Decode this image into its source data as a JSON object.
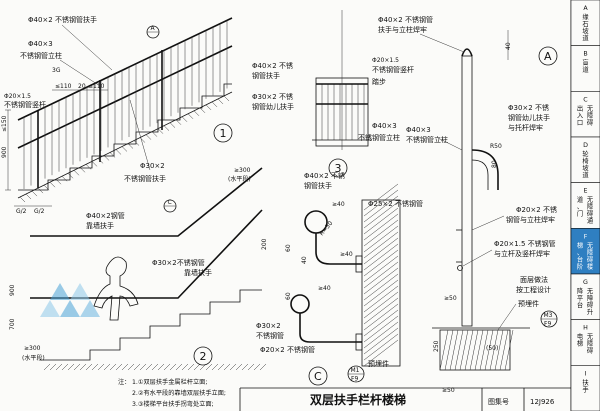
{
  "title": "双层扶手栏杆楼梯",
  "title_block": {
    "drawing_no_label": "图集号",
    "drawing_no": "12J926"
  },
  "side_tabs": [
    {
      "letter": "A",
      "text": "缘石坡道"
    },
    {
      "letter": "B",
      "text": "盲道"
    },
    {
      "letter": "C",
      "text": "无障碍出入口"
    },
    {
      "letter": "D",
      "text": "轮椅坡道"
    },
    {
      "letter": "E",
      "text": "无障碍通道、门"
    },
    {
      "letter": "F",
      "text": "无障碍楼梯、台阶"
    },
    {
      "letter": "G",
      "text": "无障碍升降平台"
    },
    {
      "letter": "H",
      "text": "无障碍电梯"
    },
    {
      "letter": "I",
      "text": "扶手"
    }
  ],
  "active_tab": "F",
  "view1": {
    "number": "1",
    "section_marker": "A",
    "labels": {
      "l1": "Φ40×2 不锈钢管扶手",
      "l2": "Φ40×3",
      "l3": "不锈钢管立柱",
      "l4": "3G",
      "l5": "Φ20×1.5",
      "l6": "不锈钢管竖杆",
      "l7": "Φ30×2",
      "l8": "不锈钢管扶手",
      "d1": "≤110",
      "d2": "20",
      "d3": "≤110",
      "d4": "G/2",
      "d5": "G/2",
      "d6": "≤150",
      "d7": "900"
    }
  },
  "view2": {
    "number": "2",
    "section_marker": "C",
    "labels": {
      "l1": "Φ40×2钢管",
      "l2": "靠墙扶手",
      "l3": "Φ30×2不锈钢管",
      "l4": "靠墙扶手",
      "l5": "≥300",
      "l6": "(水平段)",
      "d1": "≥300",
      "d2": "(水平段)",
      "d3": "700",
      "d4": "900"
    }
  },
  "view3": {
    "number": "3",
    "labels": {
      "l1": "Φ40×2 不锈",
      "l2": "钢管扶手",
      "l3": "Φ20×1.5",
      "l4": "不锈钢管竖杆",
      "l5": "踏步",
      "l6": "Φ30×2 不锈",
      "l7": "钢管幼儿扶手",
      "l8": "Φ40×3",
      "l9": "不锈钢管立柱"
    }
  },
  "viewA": {
    "marker": "A",
    "labels": {
      "l1": "Φ40×2 不锈钢管",
      "l2": "扶手与立柱焊牢",
      "l3": "Φ30×2 不锈",
      "l4": "钢管幼儿扶手",
      "l5": "与托杆焊牢",
      "l6": "Φ40×3",
      "l7": "不锈钢管立柱",
      "l8": "Φ20×2 不锈",
      "l9": "钢管与立柱焊牢",
      "l10": "Φ20×1.5 不锈钢管",
      "l11": "与立杆及竖杆焊牢",
      "l12": "面层做法",
      "l13": "按工程设计",
      "l14": "预埋件",
      "d1": "40",
      "d2": "≥50",
      "d3": "250",
      "d4": "(50)",
      "d5": "≥50",
      "d6": "80",
      "d7": "R50"
    },
    "ref_top": "M3",
    "ref_bottom": "F9"
  },
  "viewC": {
    "marker": "C",
    "labels": {
      "l1": "Φ40×2 不锈",
      "l2": "钢管扶手",
      "l3": "Φ25×2 不锈钢管",
      "l4": "Φ30×2",
      "l5": "不锈钢管",
      "l6": "Φ20×2 不锈钢管",
      "l7": "预埋件",
      "d1": "≥40",
      "d2": "≥40",
      "d3": "60",
      "d4": "40",
      "d5": "≥40",
      "d6": "200",
      "d7": "R=30",
      "d8": "60"
    },
    "ref_top": "M1",
    "ref_bottom": "F9"
  },
  "notes": {
    "label": "注：",
    "items": [
      "1.①双层扶手金属栏杆立面;",
      "2.②有水平段的靠墙双层扶手立面;",
      "3.③楼梯平台扶手拐弯处立面;"
    ]
  }
}
